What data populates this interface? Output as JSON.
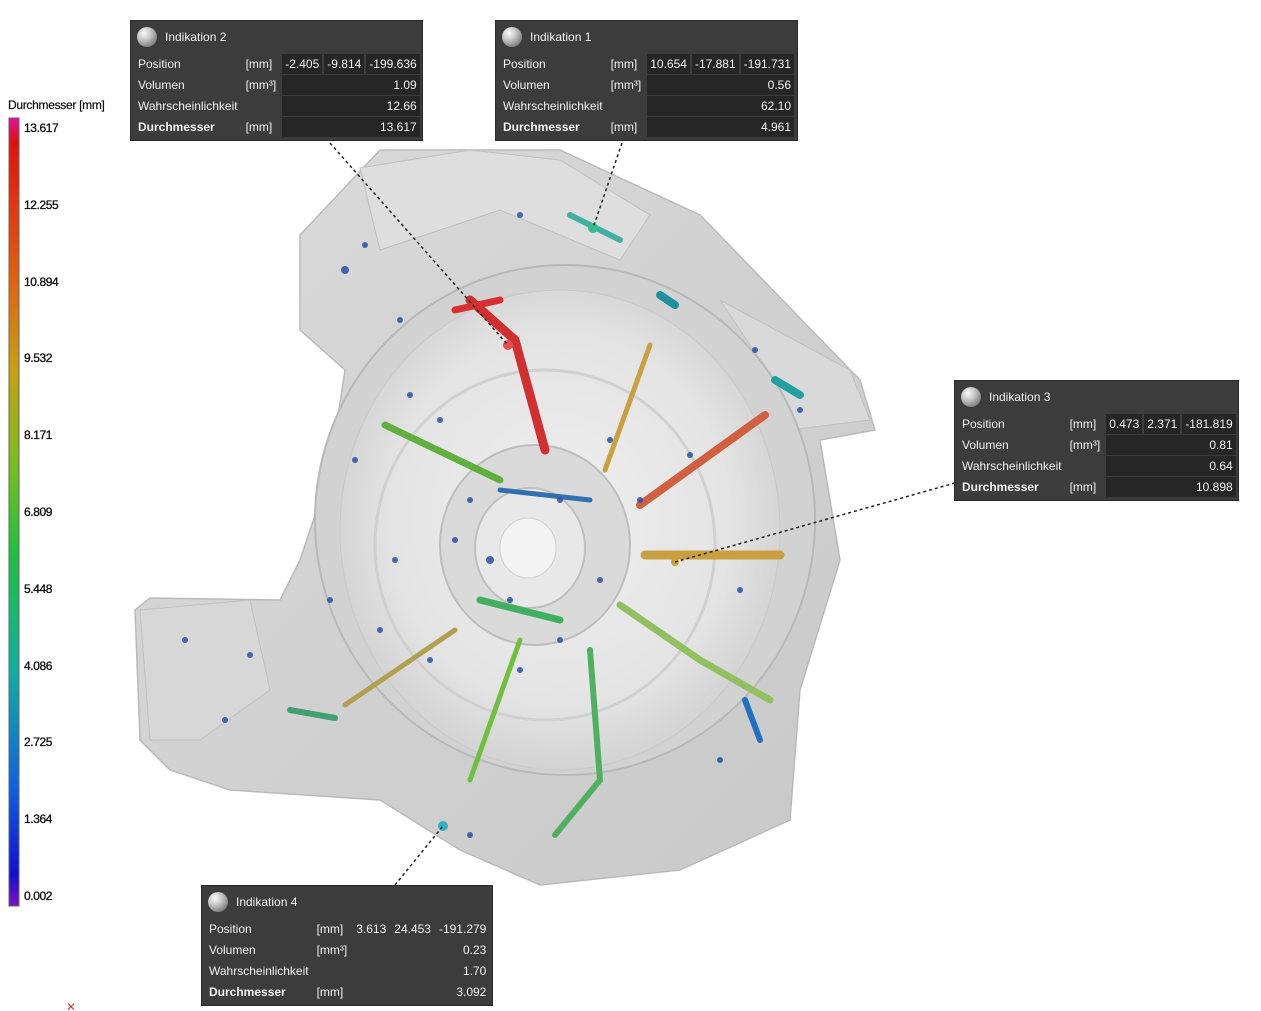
{
  "legend": {
    "title": "Durchmesser [mm]",
    "ticks": [
      "13.617",
      "12.255",
      "10.894",
      "9.532",
      "8.171",
      "6.809",
      "5.448",
      "4.086",
      "2.725",
      "1.364",
      "0.002"
    ]
  },
  "indications": [
    {
      "id": "ind2",
      "title": "Indikation 2",
      "rows": [
        {
          "label": "Position",
          "unit": "[mm]",
          "values": [
            "-2.405",
            "-9.814",
            "-199.636"
          ]
        },
        {
          "label": "Volumen",
          "unit": "[mm³]",
          "values": [
            "1.09"
          ]
        },
        {
          "label": "Wahrscheinlichkeit",
          "unit": "",
          "values": [
            "12.66"
          ]
        },
        {
          "label": "Durchmesser",
          "unit": "[mm]",
          "values": [
            "13.617"
          ]
        }
      ]
    },
    {
      "id": "ind1",
      "title": "Indikation 1",
      "rows": [
        {
          "label": "Position",
          "unit": "[mm]",
          "values": [
            "10.654",
            "-17.881",
            "-191.731"
          ]
        },
        {
          "label": "Volumen",
          "unit": "[mm³]",
          "values": [
            "0.56"
          ]
        },
        {
          "label": "Wahrscheinlichkeit",
          "unit": "",
          "values": [
            "62.10"
          ]
        },
        {
          "label": "Durchmesser",
          "unit": "[mm]",
          "values": [
            "4.961"
          ]
        }
      ]
    },
    {
      "id": "ind3",
      "title": "Indikation 3",
      "rows": [
        {
          "label": "Position",
          "unit": "[mm]",
          "values": [
            "0.473",
            "2.371",
            "-181.819"
          ]
        },
        {
          "label": "Volumen",
          "unit": "[mm³]",
          "values": [
            "0.81"
          ]
        },
        {
          "label": "Wahrscheinlichkeit",
          "unit": "",
          "values": [
            "0.64"
          ]
        },
        {
          "label": "Durchmesser",
          "unit": "[mm]",
          "values": [
            "10.898"
          ]
        }
      ]
    },
    {
      "id": "ind4",
      "title": "Indikation 4",
      "rows": [
        {
          "label": "Position",
          "unit": "[mm]",
          "values": [
            "3.613",
            "24.453",
            "-191.279"
          ]
        },
        {
          "label": "Volumen",
          "unit": "[mm³]",
          "values": [
            "0.23"
          ]
        },
        {
          "label": "Wahrscheinlichkeit",
          "unit": "",
          "values": [
            "1.70"
          ]
        },
        {
          "label": "Durchmesser",
          "unit": "[mm]",
          "values": [
            "3.092"
          ]
        }
      ]
    }
  ],
  "colors": {
    "panel_bg": "#3c3c3c",
    "value_bg": "#262626",
    "legend_gradient": [
      "#e0109a",
      "#e01010",
      "#e06010",
      "#c8a010",
      "#70c020",
      "#20c040",
      "#10b0a0",
      "#1060e0",
      "#1010d0",
      "#8010c0"
    ]
  }
}
